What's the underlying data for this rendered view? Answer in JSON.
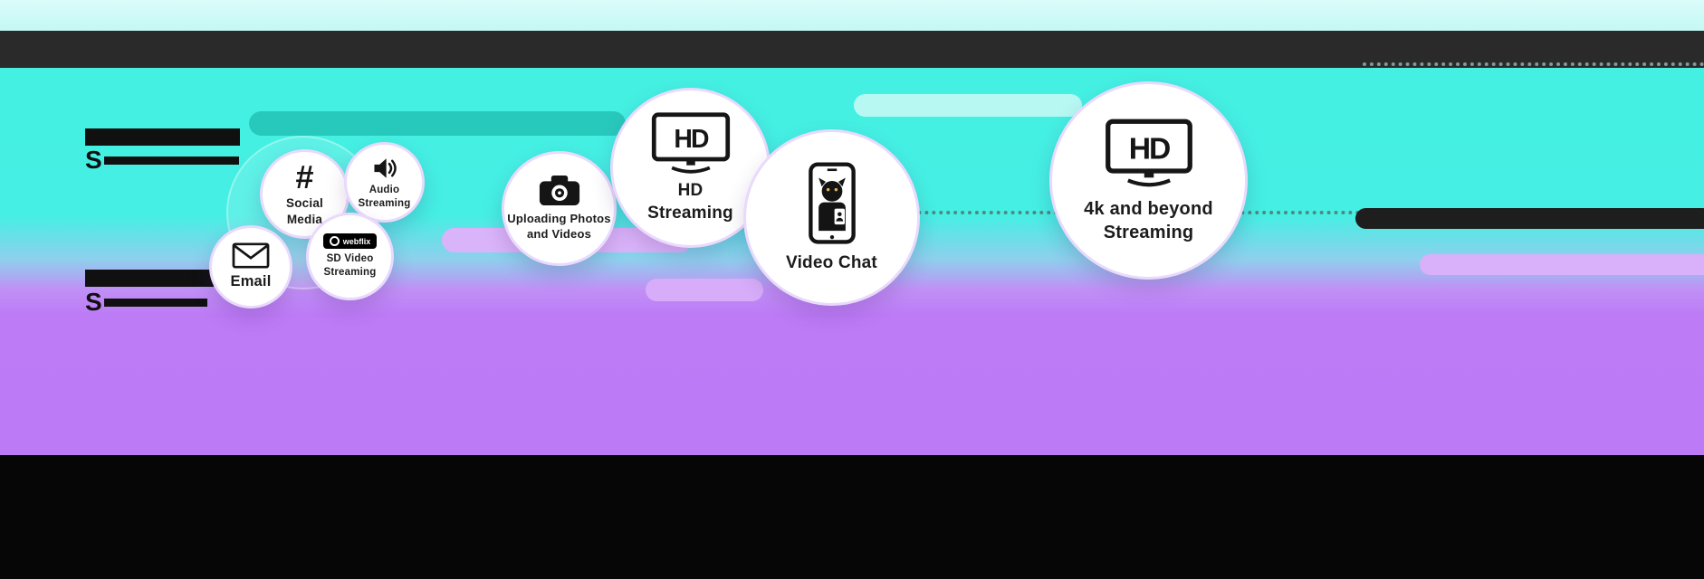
{
  "bubbles": {
    "email": {
      "label": "Email"
    },
    "social": {
      "icon_glyph": "#",
      "line1": "Social",
      "line2": "Media"
    },
    "audio": {
      "line1": "Audio",
      "line2": "Streaming"
    },
    "sd_video": {
      "badge": "webflix",
      "line1": "SD Video",
      "line2": "Streaming"
    },
    "uploading": {
      "line1": "Uploading Photos",
      "line2": "and Videos"
    },
    "hd": {
      "tv_text": "HD",
      "line1": "HD",
      "line2": "Streaming"
    },
    "video_chat": {
      "label": "Video Chat"
    },
    "uhd": {
      "tv_text": "HD",
      "line1": "4k and beyond",
      "line2": "Streaming"
    }
  },
  "redacted": {
    "letter1": "S",
    "letter2": "S"
  },
  "colors": {
    "top_strip": "#c4f8f4",
    "header_band": "#2b2a2a",
    "cyan_background": "#45f0e2",
    "purple_background": "#bd7bf6",
    "footer_bar": "#060606",
    "teal_pill": "#28c9bd",
    "pale_cyan_pill": "#b7f8f3",
    "lavender_pill": "#d9b3fa",
    "dark_pill": "#1e1e1e"
  }
}
